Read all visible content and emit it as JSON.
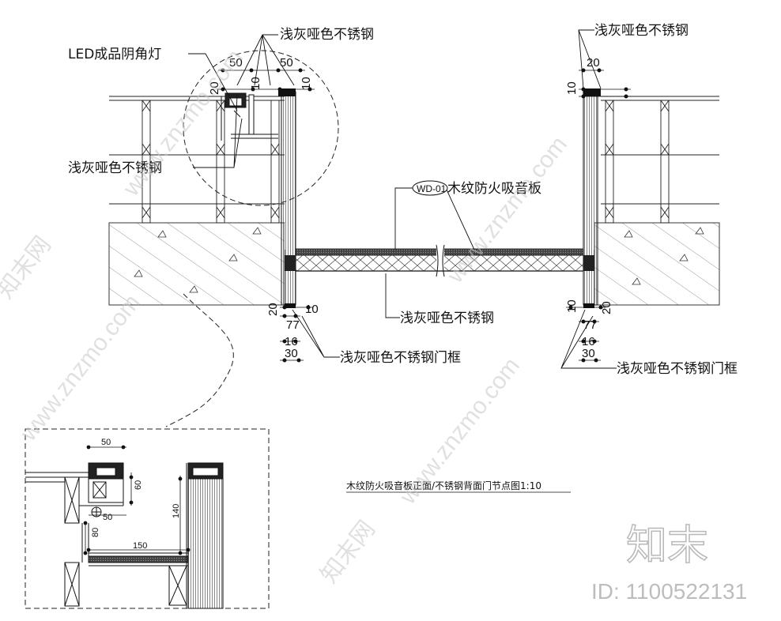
{
  "labels": {
    "led_light": "LED成品阴角灯",
    "ss_light_gray_top_left": "浅灰哑色不锈钢",
    "ss_light_gray_left_mid": "浅灰哑色不锈钢",
    "ss_light_gray_top_right": "浅灰哑色不锈钢",
    "wood_panel_tag": "WD-01",
    "wood_panel": "木纹防火吸音板",
    "ss_light_gray_bottom": "浅灰哑色不锈钢",
    "door_frame_left": "浅灰哑色不锈钢门框",
    "door_frame_right": "浅灰哑色不锈钢门框"
  },
  "dimensions": {
    "top_left_50": "50",
    "top_mid_50": "50",
    "top_20": "20",
    "top_10_a": "10",
    "top_10_b": "10",
    "top_right_10": "10",
    "top_right_20": "20",
    "bot_left_20": "20",
    "bot_left_10": "10",
    "bot_left_77": "77",
    "bot_left_16": "16",
    "bot_left_30": "30",
    "bot_right_10": "10",
    "bot_right_20": "20",
    "bot_right_77": "77",
    "bot_right_16": "16",
    "bot_right_30": "30"
  },
  "detail": {
    "dim_50_top": "50",
    "dim_60": "60",
    "dim_50_side": "50",
    "dim_80": "80",
    "dim_140": "140",
    "dim_150": "150"
  },
  "caption": "木纹防火吸音板正面/不锈钢背面门节点图1:10",
  "watermark": {
    "brand": "知末",
    "id": "ID: 1100522131",
    "site": "www.znzmo.com",
    "site_cn": "知末网"
  }
}
